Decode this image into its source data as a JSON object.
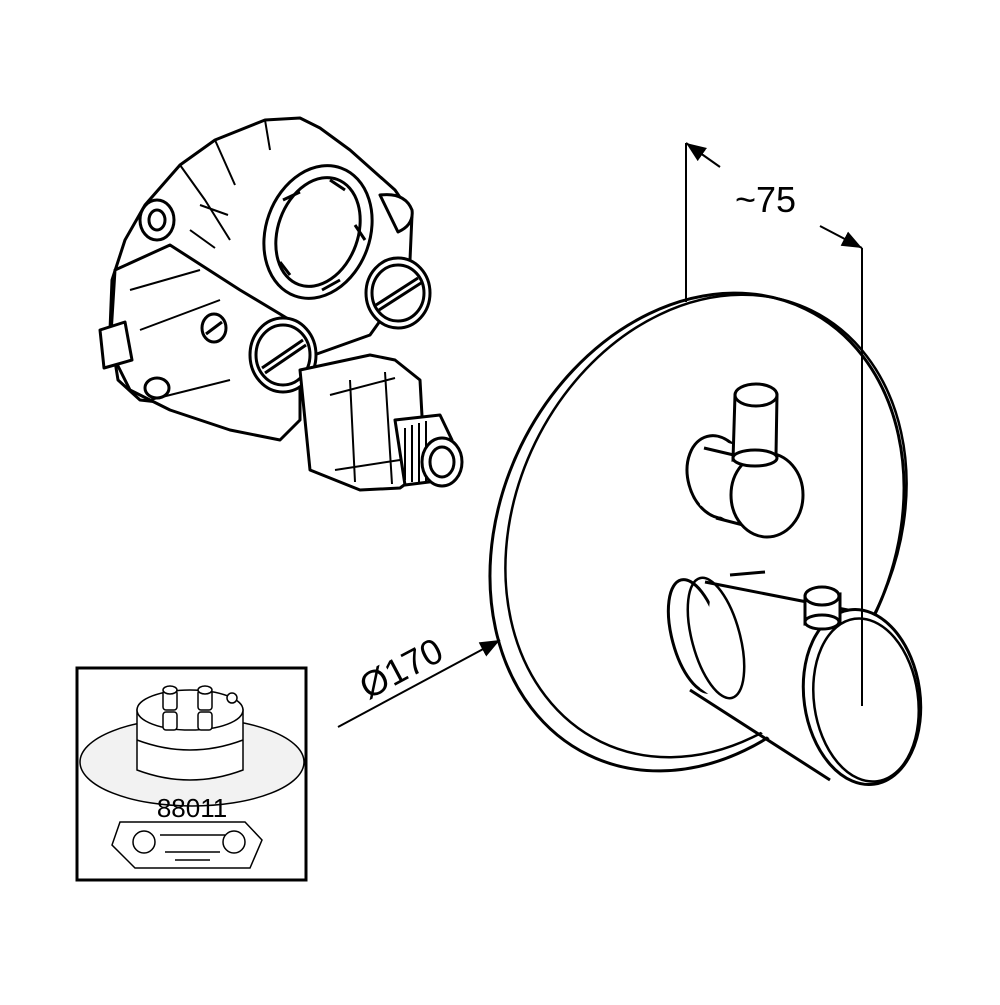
{
  "dimensions": {
    "depth_label": "~75",
    "diameter_label": "Ø170"
  },
  "inset": {
    "part_number": "88011"
  },
  "colors": {
    "line": "#000000",
    "background": "#ffffff",
    "inset_fill": "#f2f2f2"
  },
  "icons": {
    "valve_body": "concealed-valve-body-icon",
    "faceplate": "round-faceplate-icon",
    "diverter_handle": "diverter-knob-icon",
    "thermostat_handle": "thermostatic-handle-icon",
    "inset_unit": "installation-box-icon"
  }
}
